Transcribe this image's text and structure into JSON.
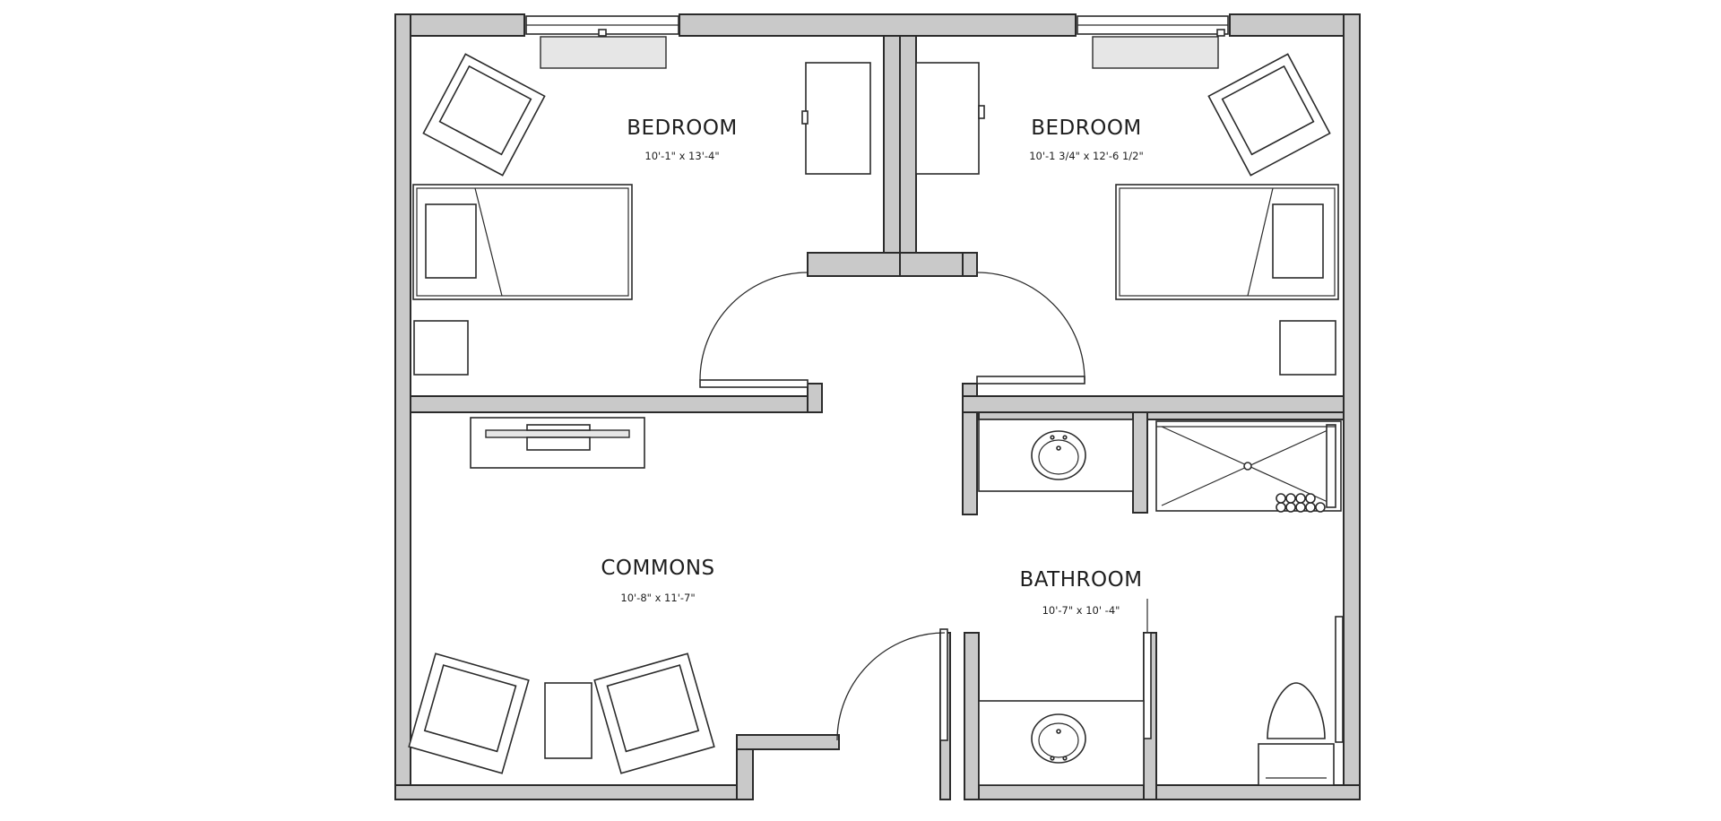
{
  "rooms": {
    "bedroom_left": {
      "label": "BEDROOM",
      "dimensions": "10'-1\" x 13'-4\""
    },
    "bedroom_right": {
      "label": "BEDROOM",
      "dimensions": "10'-1 3/4\" x 12'-6 1/2\""
    },
    "commons": {
      "label": "COMMONS",
      "dimensions": "10'-8\" x 11'-7\""
    },
    "bathroom": {
      "label": "BATHROOM",
      "dimensions": "10'-7\" x 10' -4\""
    }
  },
  "colors": {
    "wall_fill": "#c9c9c9",
    "line": "#2b2b2b",
    "background": "#ffffff"
  }
}
